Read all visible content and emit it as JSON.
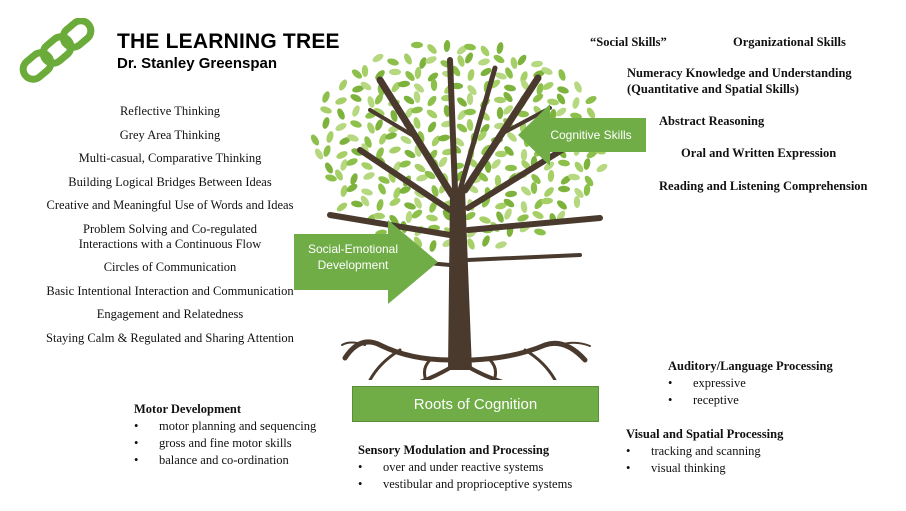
{
  "header": {
    "title": "THE LEARNING TREE",
    "subtitle": "Dr. Stanley Greenspan"
  },
  "colors": {
    "green": "#70ad47",
    "trunk": "#4a3a2e",
    "leaf": "#8cc04b"
  },
  "icons": {
    "logo": "chain-links-icon"
  },
  "left_levels": [
    "Reflective Thinking",
    "Grey Area Thinking",
    "Multi-casual, Comparative Thinking",
    "Building Logical Bridges Between Ideas",
    "Creative and Meaningful Use of Words and Ideas",
    "Problem Solving and Co-regulated",
    "Interactions with a Continuous Flow",
    "Circles of Communication",
    "Basic Intentional Interaction and Communication",
    "Engagement and Relatedness",
    "Staying Calm & Regulated and Sharing Attention"
  ],
  "cognitive_skills": {
    "social": "“Social Skills”",
    "organizational": "Organizational Skills",
    "numeracy_1": "Numeracy Knowledge and Understanding",
    "numeracy_2": "(Quantitative and Spatial Skills)",
    "abstract": "Abstract Reasoning",
    "expression": "Oral and Written Expression",
    "comprehension": "Reading and Listening Comprehension"
  },
  "arrows": {
    "cognitive": "Cognitive Skills",
    "social_emotional_1": "Social-Emotional",
    "social_emotional_2": "Development"
  },
  "roots_label": "Roots of Cognition",
  "motor": {
    "title": "Motor Development",
    "items": [
      "motor planning and sequencing",
      "gross and fine motor skills",
      "balance and co-ordination"
    ]
  },
  "sensory": {
    "title": "Sensory Modulation and Processing",
    "items": [
      "over and under reactive systems",
      "vestibular and proprioceptive systems"
    ]
  },
  "auditory": {
    "title": "Auditory/Language Processing",
    "items": [
      "expressive",
      "receptive"
    ]
  },
  "visual": {
    "title": "Visual and Spatial Processing",
    "items": [
      "tracking and scanning",
      "visual thinking"
    ]
  }
}
